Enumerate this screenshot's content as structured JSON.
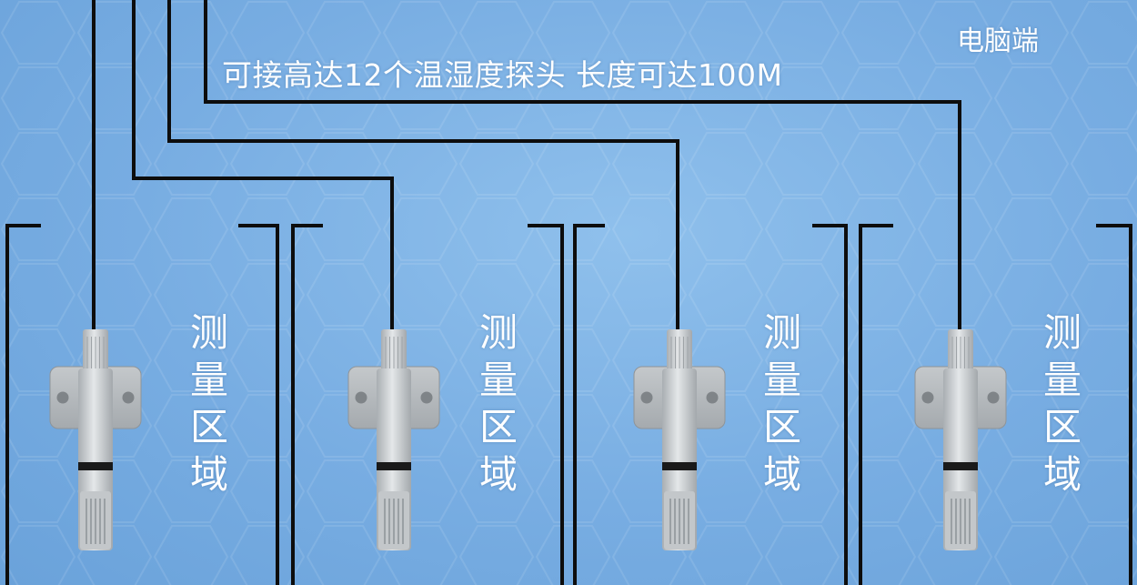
{
  "headline": "可接高达12个温湿度探头 长度可达100M",
  "pc_label": "电脑端",
  "zones": [
    {
      "label": "测量区域"
    },
    {
      "label": "测量区域"
    },
    {
      "label": "测量区域"
    },
    {
      "label": "测量区域"
    }
  ],
  "colors": {
    "background": "#78ade2",
    "cable": "#0d0d0d",
    "probe_body": "#c9cdd0",
    "text": "#ffffff"
  },
  "icons": [
    "sensor-probe-icon",
    "hexagon-pattern"
  ]
}
